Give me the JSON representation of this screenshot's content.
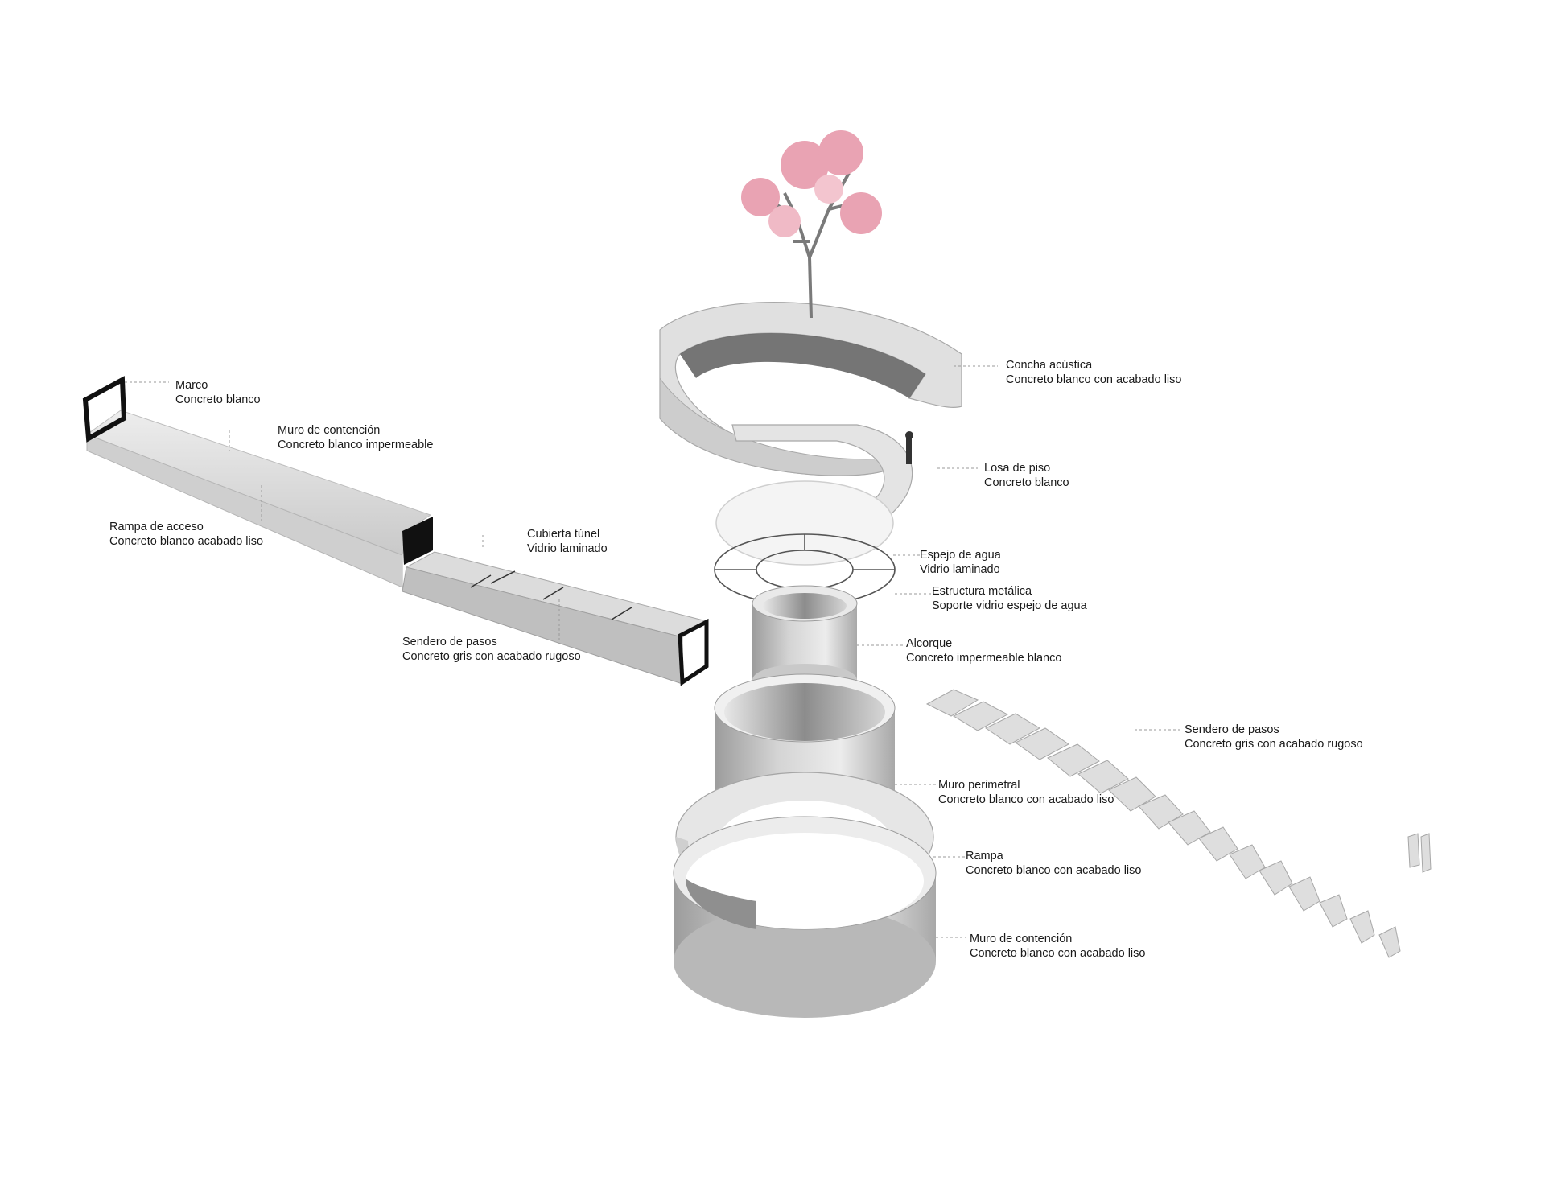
{
  "labels": {
    "marco": {
      "title": "Marco",
      "material": "Concreto blanco"
    },
    "muro_contencion_top": {
      "title": "Muro de contención",
      "material": "Concreto blanco impermeable"
    },
    "rampa_acceso": {
      "title": "Rampa de acceso",
      "material": "Concreto blanco acabado liso"
    },
    "cubierta_tunel": {
      "title": "Cubierta túnel",
      "material": "Vidrio laminado"
    },
    "sendero_left": {
      "title": "Sendero de pasos",
      "material": "Concreto gris con acabado rugoso"
    },
    "concha": {
      "title": "Concha acústica",
      "material": "Concreto blanco con acabado liso"
    },
    "losa": {
      "title": "Losa de piso",
      "material": "Concreto blanco"
    },
    "espejo": {
      "title": "Espejo de agua",
      "material": "Vidrio laminado"
    },
    "estructura": {
      "title": "Estructura metálica",
      "material": "Soporte vidrio espejo de agua"
    },
    "alcorque": {
      "title": "Alcorque",
      "material": "Concreto impermeable blanco"
    },
    "sendero_right": {
      "title": "Sendero de pasos",
      "material": "Concreto gris con acabado rugoso"
    },
    "muro_perimetral": {
      "title": "Muro perimetral",
      "material": "Concreto blanco con acabado liso"
    },
    "rampa": {
      "title": "Rampa",
      "material": "Concreto blanco con acabado liso"
    },
    "muro_contencion_bottom": {
      "title": "Muro de contención",
      "material": "Concreto blanco con acabado liso"
    }
  },
  "colors": {
    "concrete_light": "#e6e6e6",
    "concrete_mid": "#bdbdbd",
    "concrete_dark": "#8a8a8a",
    "blossom": "#e9a3b3",
    "leader": "#9a9a9a"
  }
}
